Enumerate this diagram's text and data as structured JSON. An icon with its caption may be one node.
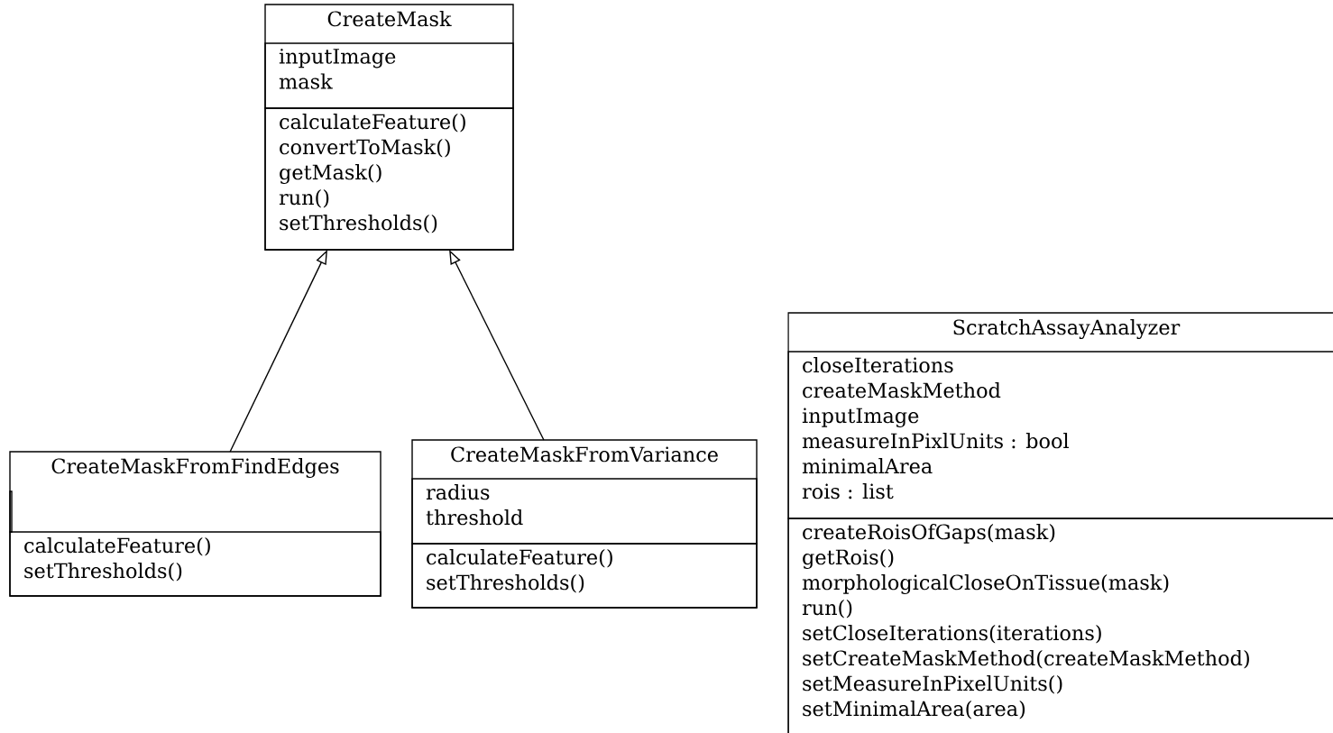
{
  "diagram": {
    "nodes": [
      {
        "text": [
          "CreateMask"
        ]
      },
      {
        "text": [
          "inputImage",
          "mask"
        ],
        "in": 0
      },
      {
        "text": [
          "calculateFeature()",
          "convertToMask()",
          "getMask()",
          "run()",
          "setThresholds()"
        ],
        "in": 0
      },
      {
        "text": [
          "CreateMaskFromFindEdges"
        ]
      },
      {
        "text": [],
        "shape": "box",
        "in": 3
      },
      {
        "text": [
          "calculateFeature()",
          "setThresholds()"
        ],
        "in": 3
      },
      {
        "text": [
          "CreateMaskFromVariance"
        ]
      },
      {
        "text": [
          "radius",
          "threshold"
        ],
        "in": 6
      },
      {
        "text": [
          "calculateFeature()",
          "setThresholds()"
        ],
        "in": 6
      },
      {
        "text": [
          "ScratchAssayAnalyzer"
        ]
      },
      {
        "text": [
          "closeIterations",
          "createMaskMethod",
          "inputImage",
          "measureInPixlUnits : bool",
          "minimalArea",
          "rois : list"
        ],
        "in": 9
      },
      {
        "text": [
          "createRoisOfGaps(mask)",
          "getRois()",
          "morphologicalCloseOnTissue(mask)",
          "run()",
          "setCloseIterations(iterations)",
          "setCreateMaskMethod(createMaskMethod)",
          "setMeasureInPixelUnits()",
          "setMinimalArea(area)"
        ],
        "in": 9
      }
    ],
    "edges": [
      {
        "from": 3,
        "to": 0,
        "arrow": "to"
      },
      {
        "from": 6,
        "to": 0,
        "arrow": "to"
      }
    ]
  }
}
